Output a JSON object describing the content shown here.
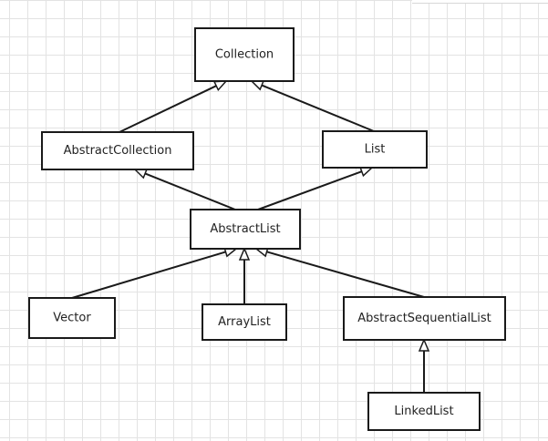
{
  "diagram": {
    "title": "",
    "nodes": [
      {
        "id": "collection",
        "label": "Collection"
      },
      {
        "id": "abstract-collection",
        "label": "AbstractCollection"
      },
      {
        "id": "list",
        "label": "List"
      },
      {
        "id": "abstract-list",
        "label": "AbstractList"
      },
      {
        "id": "vector",
        "label": "Vector"
      },
      {
        "id": "array-list",
        "label": "ArrayList"
      },
      {
        "id": "abstract-sequential-list",
        "label": "AbstractSequentialList"
      },
      {
        "id": "linked-list",
        "label": "LinkedList"
      }
    ],
    "edges": [
      {
        "from": "abstract-collection",
        "to": "collection",
        "relation": "inheritance"
      },
      {
        "from": "list",
        "to": "collection",
        "relation": "inheritance"
      },
      {
        "from": "abstract-list",
        "to": "abstract-collection",
        "relation": "inheritance"
      },
      {
        "from": "abstract-list",
        "to": "list",
        "relation": "inheritance"
      },
      {
        "from": "vector",
        "to": "abstract-list",
        "relation": "inheritance"
      },
      {
        "from": "array-list",
        "to": "abstract-list",
        "relation": "inheritance"
      },
      {
        "from": "abstract-sequential-list",
        "to": "abstract-list",
        "relation": "inheritance"
      },
      {
        "from": "linked-list",
        "to": "abstract-sequential-list",
        "relation": "inheritance"
      }
    ]
  },
  "colors": {
    "background": "#ffffff",
    "grid": "#e3e3e3",
    "stroke": "#1a1a1a",
    "text": "#222222"
  }
}
